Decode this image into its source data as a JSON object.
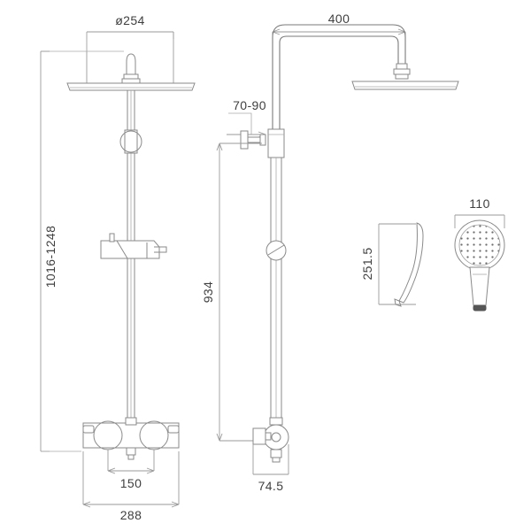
{
  "drawing": {
    "title": "Shower column technical dimension drawing",
    "line_color": "#8a8a8a",
    "text_color": "#3f3f3f",
    "background": "#ffffff",
    "units": "mm"
  },
  "views": {
    "front": {
      "name": "front-elevation",
      "dimensions": {
        "head_diameter": "ø254",
        "height_range": "1016-1248",
        "handle_centres": "150",
        "overall_width": "288"
      }
    },
    "side": {
      "name": "side-elevation",
      "dimensions": {
        "arm_reach": "400",
        "wall_bracket_projection": "70-90",
        "riser_height": "934",
        "valve_projection": "74.5"
      }
    },
    "handset": {
      "name": "handset-views",
      "dimensions": {
        "face_diameter": "110",
        "length": "251.5"
      }
    }
  },
  "labels": {
    "head_diameter": "ø254",
    "height_range": "1016-1248",
    "handle_centres": "150",
    "overall_width": "288",
    "arm_reach": "400",
    "bracket_projection": "70-90",
    "riser_height": "934",
    "valve_projection": "74.5",
    "handset_width": "110",
    "handset_length": "251.5"
  }
}
